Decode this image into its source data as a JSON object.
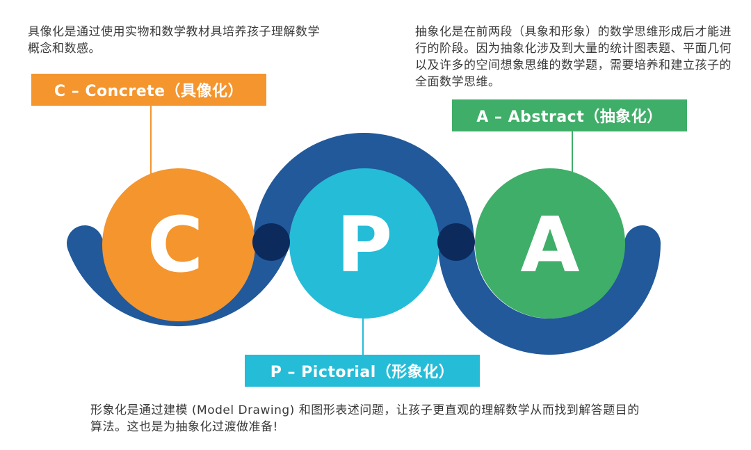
{
  "colors": {
    "concrete": "#f4952e",
    "pictorial": "#25bcd8",
    "abstract": "#3fae68",
    "arc": "#21599b",
    "joint": "#0c2a5c"
  },
  "concrete": {
    "description": "具像化是通过使用实物和数学教材具培养孩子理解数学概念和数感。",
    "label": "C – Concrete（具像化）",
    "letter": "C"
  },
  "pictorial": {
    "description": "形象化是通过建模 (Model Drawing) 和图形表述问题，让孩子更直观的理解数学从而找到解答题目的算法。这也是为抽象化过渡做准备!",
    "label": "P – Pictorial（形象化）",
    "letter": "P"
  },
  "abstract": {
    "description": "抽象化是在前两段（具象和形象）的数学思维形成后才能进行的阶段。因为抽象化涉及到大量的统计图表题、平面几何以及许多的空间想象思维的数学题，需要培养和建立孩子的全面数学思维。",
    "label": "A – Abstract（抽象化）",
    "letter": "A"
  }
}
